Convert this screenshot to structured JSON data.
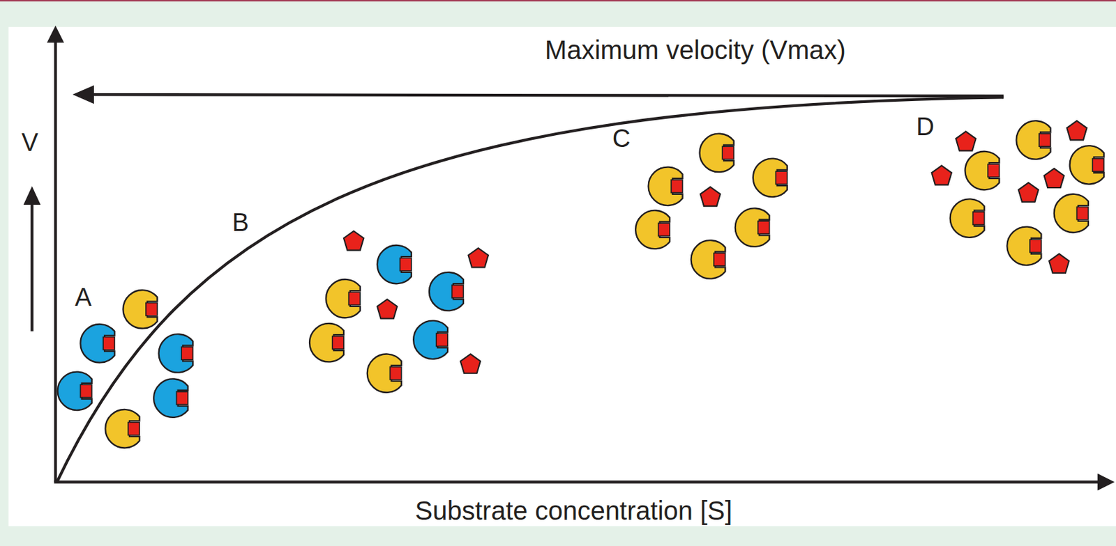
{
  "diagram": {
    "labels": [
      "Maximum velocity (Vmax)",
      "V",
      "A",
      "B",
      "C",
      "D",
      "Substrate concentration [S]"
    ]
  }
}
